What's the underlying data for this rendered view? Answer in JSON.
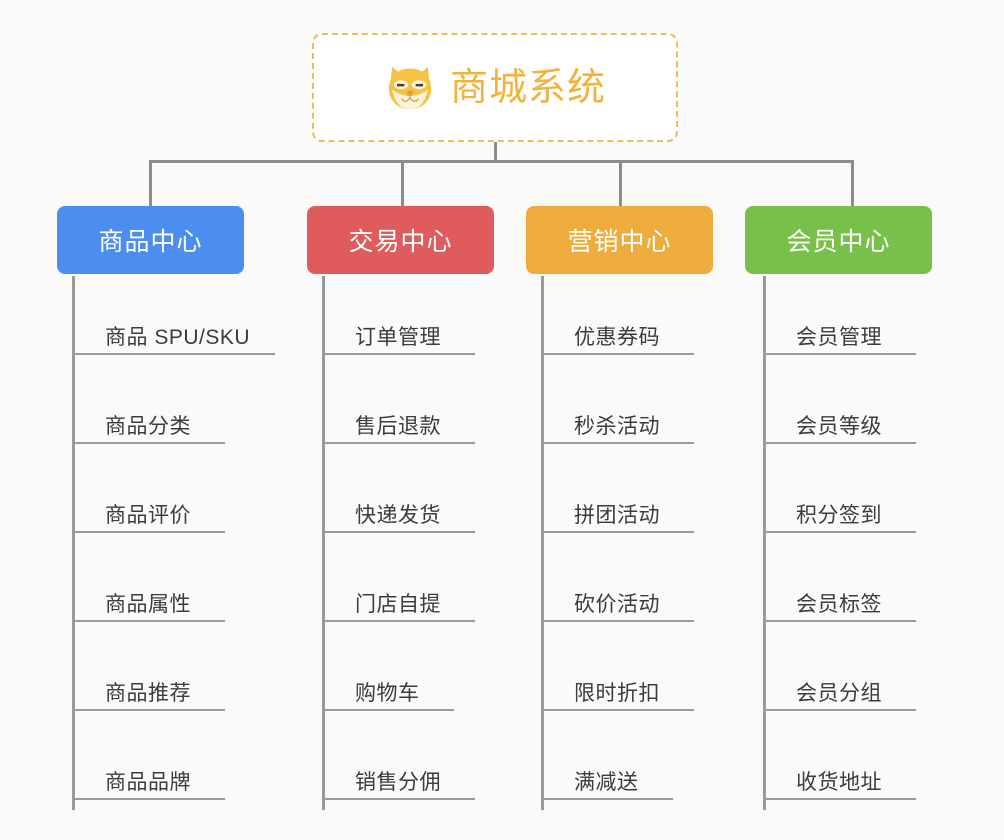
{
  "diagram": {
    "type": "mind-map",
    "background_color": "#fafafa",
    "root": {
      "title": "商城系统",
      "icon": "shiba-dog-icon",
      "text_color": "#f2b33d",
      "border_color": "#f3b95a",
      "fill_color": "#ffffff"
    },
    "line_color": "#8c8c8c",
    "branches": [
      {
        "label": "商品中心",
        "color": "#4c8ef0",
        "items": [
          "商品 SPU/SKU",
          "商品分类",
          "商品评价",
          "商品属性",
          "商品推荐",
          "商品品牌"
        ]
      },
      {
        "label": "交易中心",
        "color": "#e05c5c",
        "items": [
          "订单管理",
          "售后退款",
          "快递发货",
          "门店自提",
          "购物车",
          "销售分佣"
        ]
      },
      {
        "label": "营销中心",
        "color": "#eeac3c",
        "items": [
          "优惠券码",
          "秒杀活动",
          "拼团活动",
          "砍价活动",
          "限时折扣",
          "满减送"
        ]
      },
      {
        "label": "会员中心",
        "color": "#79c04a",
        "items": [
          "会员管理",
          "会员等级",
          "积分签到",
          "会员标签",
          "会员分组",
          "收货地址"
        ]
      }
    ]
  }
}
